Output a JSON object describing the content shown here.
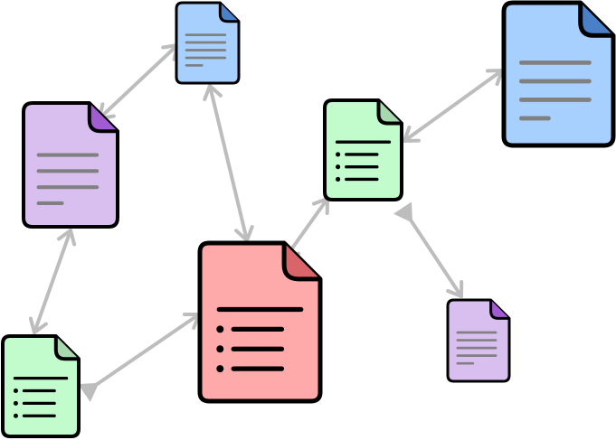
{
  "diagram": {
    "edge_color": "#bdbdbd",
    "nodes": [
      {
        "id": "blue-small-top",
        "kind": "text-document",
        "fill": "#a8d0ff",
        "fold": "#4a80c8",
        "line_color": "#808080"
      },
      {
        "id": "purple-left",
        "kind": "text-document",
        "fill": "#d9bff0",
        "fold": "#a05cd0",
        "line_color": "#808080"
      },
      {
        "id": "green-middle",
        "kind": "list-document",
        "fill": "#c2fccd",
        "fold": "#a8d8ae",
        "line_color": "#000000"
      },
      {
        "id": "blue-large-right",
        "kind": "text-document",
        "fill": "#a8d0ff",
        "fold": "#4a80c8",
        "line_color": "#808080"
      },
      {
        "id": "red-center",
        "kind": "list-document",
        "fill": "#ffaaaa",
        "fold": "#d9646a",
        "line_color": "#000000"
      },
      {
        "id": "purple-small-right",
        "kind": "text-document",
        "fill": "#d9bff0",
        "fold": "#a05cd0",
        "line_color": "#808080"
      },
      {
        "id": "green-bottom-left",
        "kind": "list-document",
        "fill": "#c2fccd",
        "fold": "#a8d8ae",
        "line_color": "#000000"
      }
    ],
    "edges": [
      {
        "from": "blue-small-top",
        "to": "purple-left",
        "style": "bidirectional"
      },
      {
        "from": "blue-small-top",
        "to": "red-center",
        "style": "bidirectional"
      },
      {
        "from": "purple-left",
        "to": "green-bottom-left",
        "style": "bidirectional"
      },
      {
        "from": "green-bottom-left",
        "to": "red-center",
        "style": "directed"
      },
      {
        "from": "green-middle",
        "to": "red-center",
        "style": "bidirectional"
      },
      {
        "from": "green-middle",
        "to": "blue-large-right",
        "style": "bidirectional"
      },
      {
        "from": "green-middle",
        "to": "purple-small-right",
        "style": "directed"
      }
    ]
  }
}
